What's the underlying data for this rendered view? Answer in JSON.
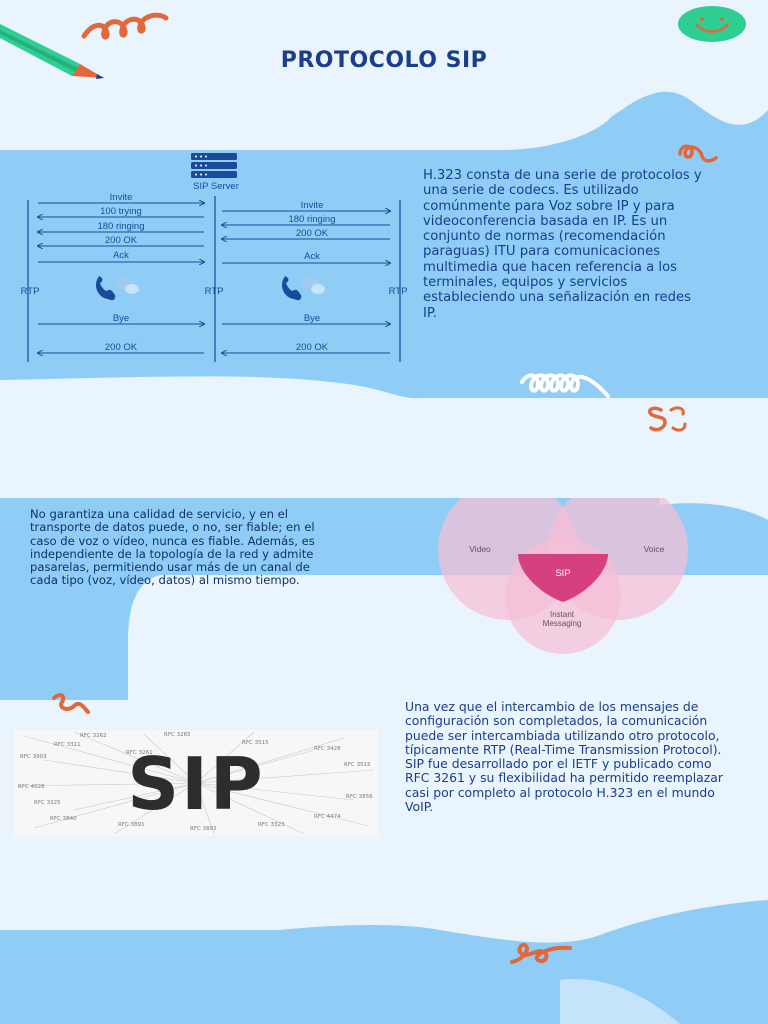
{
  "title": "PROTOCOLO SIP",
  "diagram": {
    "server_label": "SIP Server",
    "left_msgs": [
      "Invite",
      "100 trying",
      "180 ringing",
      "200 OK",
      "Ack"
    ],
    "right_msgs": [
      "Invite",
      "180 ringing",
      "200 OK",
      "Ack"
    ],
    "rtp": "RTP",
    "bye": "Bye",
    "ok": "200 OK"
  },
  "paragraph1": "H.323 consta de una serie de protocolos y una serie de codecs. Es utilizado comúnmente para Voz sobre IP y para videoconferencia basada en IP. Es un conjunto de normas (recomendación paraguas) ITU para comunicaciones multimedia que hacen referencia a los terminales, equipos y servicios estableciendo una señalización en redes IP.",
  "paragraph2": "No garantiza una calidad de servicio, y en el transporte de datos puede, o no, ser fiable; en el caso de voz o vídeo, nunca es fiable. Además, es independiente de la topología de la red y admite pasarelas, permitiendo usar más de un canal de cada tipo (voz, vídeo, datos) al mismo tiempo.",
  "venn": {
    "video": "Video",
    "voice": "Voice",
    "im_line1": "Instant",
    "im_line2": "Messaging",
    "center": "SIP"
  },
  "sip_image": {
    "text": "SIP",
    "rfc_labels": [
      "RFC 3262",
      "RFC 3265",
      "RFC 3311",
      "RFC 3515",
      "RFC 3428",
      "RFC 3903",
      "RFC 3515",
      "RFC 3261",
      "RFC 4028",
      "RFC 3856",
      "RFC 3840",
      "RFC 3891",
      "RFC 3892",
      "RFC 3323",
      "RFC 4474",
      "RFC 3325"
    ]
  },
  "paragraph3": "Una vez que el intercambio de los mensajes de configuración son completados, la comunicación puede ser intercambiada utilizando otro protocolo, típicamente RTP (Real-Time Transmission Protocol). SIP fue desarrollado por el IETF y publicado como RFC 3261 y su flexibilidad ha permitido reemplazar casi por completo al protocolo H.323 en el mundo VoIP.",
  "colors": {
    "background_light": "#eaf4fc",
    "background_blue": "#8fcdf6",
    "text_navy": "#1a3e8c",
    "accent_orange": "#e2683c",
    "accent_green": "#2fcf94",
    "venn_pink": "#f2bcd2",
    "sip_magenta": "#d6407e"
  }
}
